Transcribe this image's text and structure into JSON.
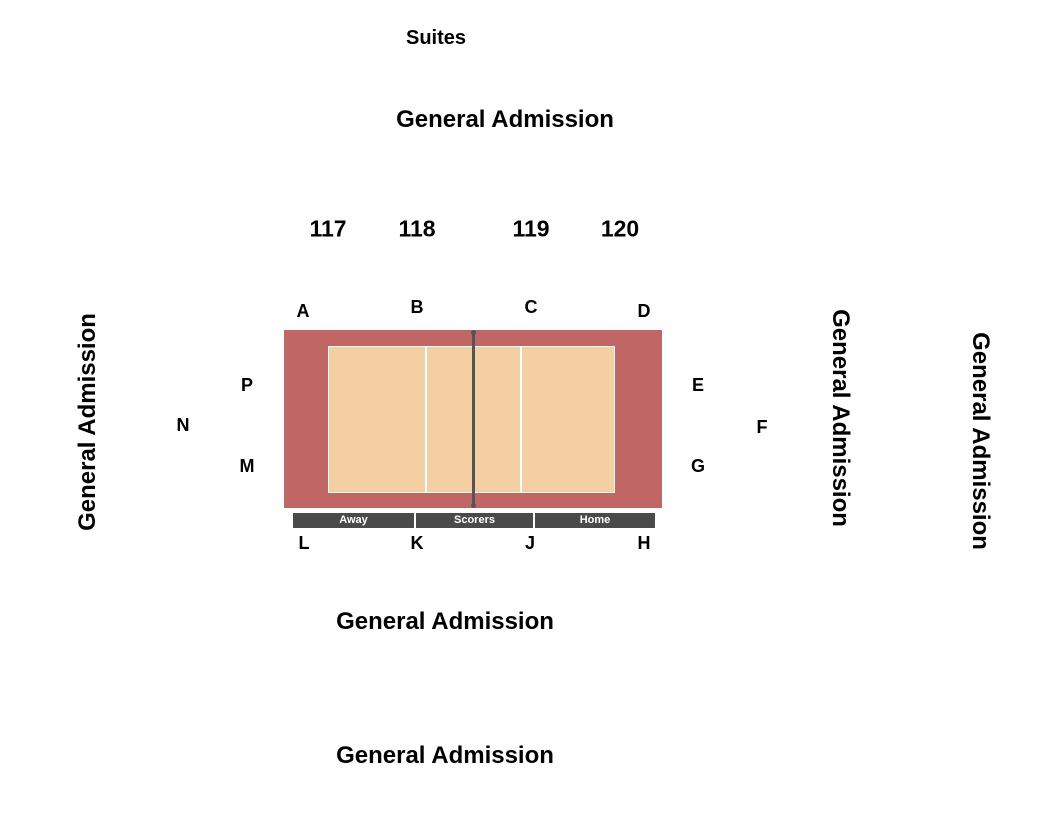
{
  "sections": {
    "suites": "Suites",
    "ga_top": "General Admission",
    "ga_bottom_1": "General Admission",
    "ga_bottom_2": "General Admission",
    "ga_left": "General Admission",
    "ga_right_1": "General Admission",
    "ga_right_2": "General Admission",
    "numbered": [
      "117",
      "118",
      "119",
      "120"
    ],
    "letters": {
      "A": "A",
      "B": "B",
      "C": "C",
      "D": "D",
      "E": "E",
      "F": "F",
      "G": "G",
      "H": "H",
      "J": "J",
      "K": "K",
      "L": "L",
      "M": "M",
      "N": "N",
      "P": "P"
    }
  },
  "benches": {
    "away": "Away",
    "scorers": "Scorers",
    "home": "Home"
  },
  "colors": {
    "court_surround": "#c06766",
    "court_surface": "#f3cfa2",
    "net": "#555555",
    "bench": "#4a4a4a"
  }
}
